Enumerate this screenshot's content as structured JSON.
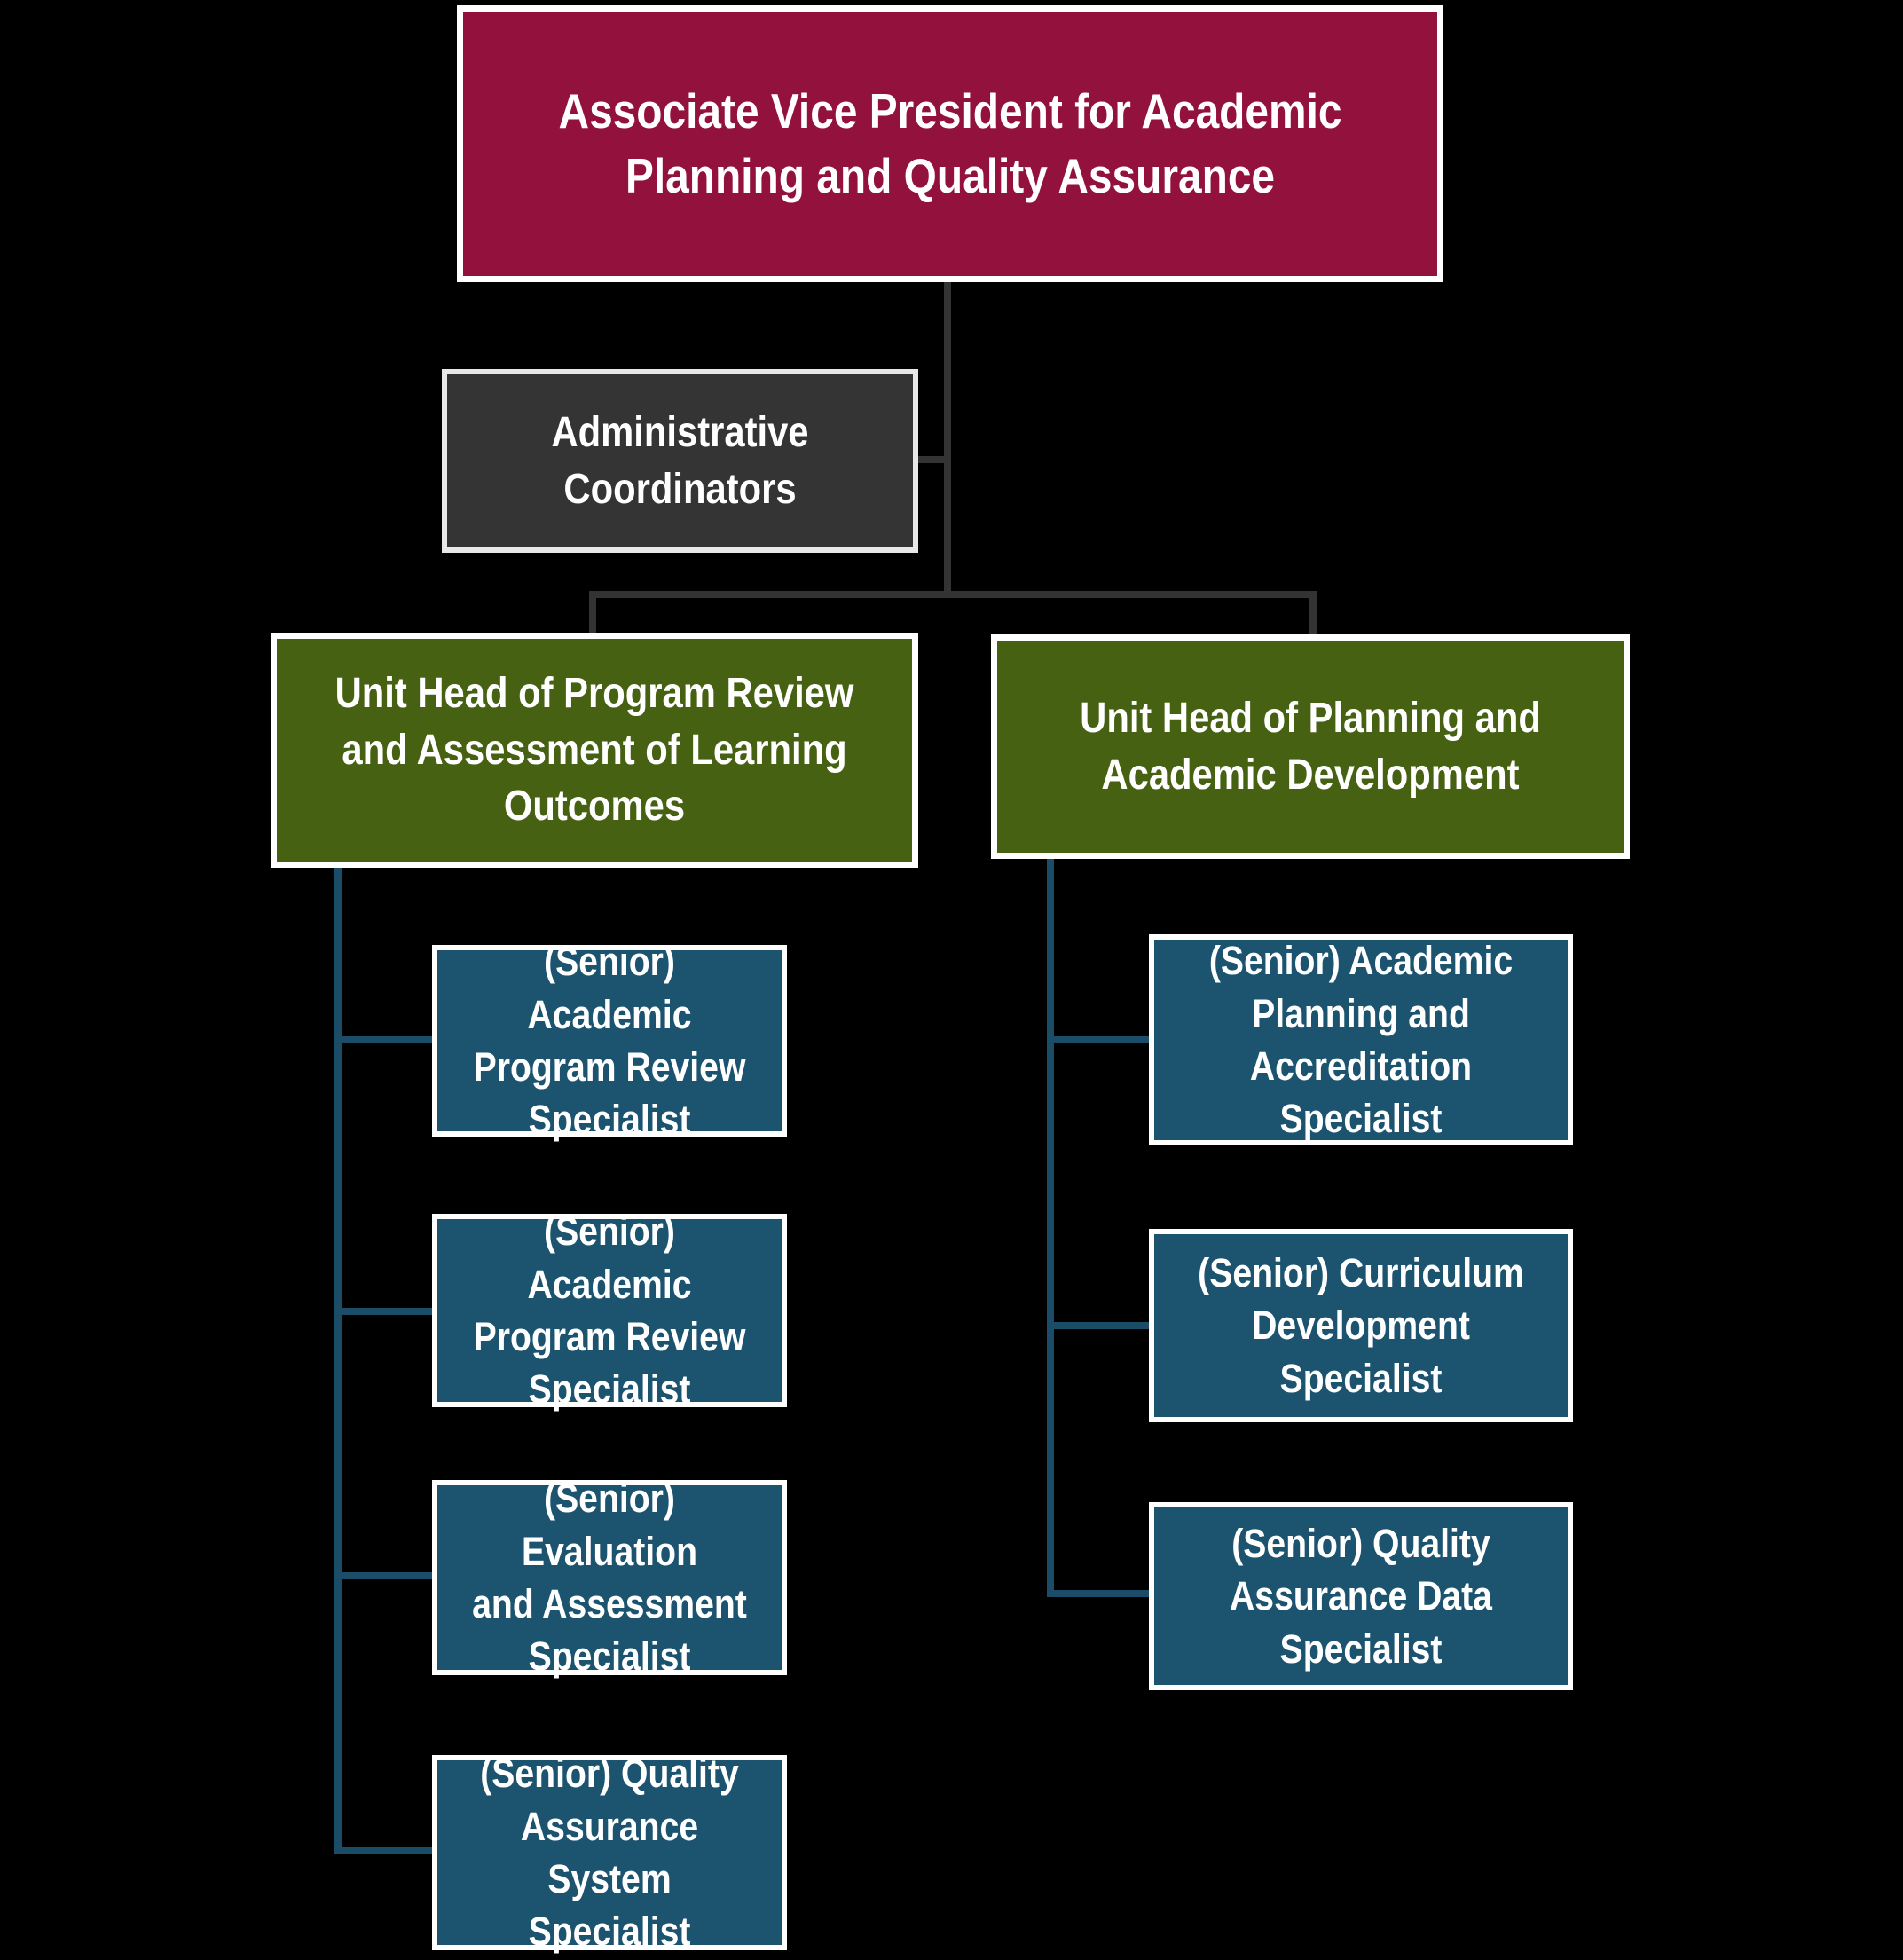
{
  "org": {
    "root": {
      "label": "Associate Vice President for Academic\nPlanning and Quality Assurance"
    },
    "staff": {
      "label": "Administrative\nCoordinators"
    },
    "units": [
      {
        "label": "Unit Head of Program Review\nand Assessment of Learning\nOutcomes",
        "reports": [
          "(Senior) Academic\nProgram Review\nSpecialist",
          "(Senior) Academic\nProgram Review\nSpecialist",
          "(Senior) Evaluation\nand Assessment\nSpecialist",
          "(Senior) Quality\nAssurance System\nSpecialist"
        ]
      },
      {
        "label": "Unit Head of Planning and\nAcademic Development",
        "reports": [
          "(Senior) Academic\nPlanning and\nAccreditation\nSpecialist",
          "(Senior) Curriculum\nDevelopment\nSpecialist",
          "(Senior) Quality\nAssurance Data\nSpecialist"
        ]
      }
    ],
    "colors": {
      "background": "#000000",
      "root_fill": "#93123D",
      "staff_fill": "#343434",
      "unit_fill": "#476113",
      "report_fill": "#1C5470",
      "box_border": "#FFFFFF",
      "staff_border": "#E8E8E8",
      "connector_dark": "#333333",
      "connector_blue": "#1B4D69"
    }
  }
}
